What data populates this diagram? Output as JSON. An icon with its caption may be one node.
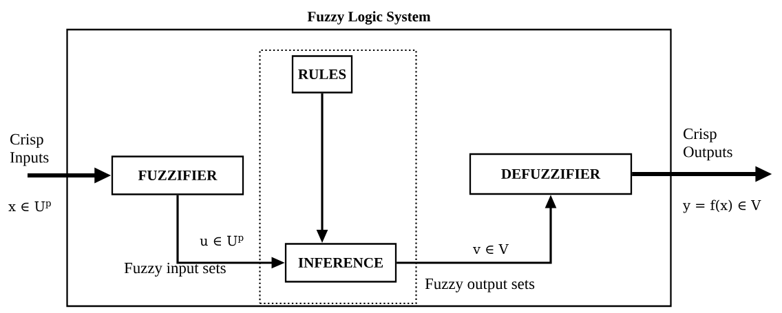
{
  "diagram": {
    "nodes": [
      {
        "text": [
          "Fuzzy Logic System"
        ]
      },
      {
        "text": [],
        "shape": "box",
        "in": 0
      },
      {
        "text": [
          "RULES"
        ],
        "in": 1
      },
      {
        "text": [
          "FUZZIFIER"
        ],
        "in": 0
      },
      {
        "text": [
          "INFERENCE"
        ],
        "in": 1
      },
      {
        "text": [
          "DEFUZZIFIER"
        ],
        "in": 0
      }
    ],
    "edges": [
      {
        "from": null,
        "to": 3,
        "arrow": "to",
        "style": "thick"
      },
      {
        "from": 3,
        "to": 4,
        "arrow": "to",
        "label": "u ∈ U$^{p}$"
      },
      {
        "from": 2,
        "to": 4,
        "arrow": "to"
      },
      {
        "from": 4,
        "to": 5,
        "arrow": "to",
        "label": "v ∈ V"
      },
      {
        "from": 5,
        "to": null,
        "arrow": "to",
        "style": "thick"
      }
    ],
    "labels": [
      "Crisp Inputs",
      "x ∈ U$^{p}$",
      "Crisp Outputs",
      "y = f(x) ∈ V",
      "Fuzzy input sets",
      "Fuzzy output sets"
    ]
  }
}
